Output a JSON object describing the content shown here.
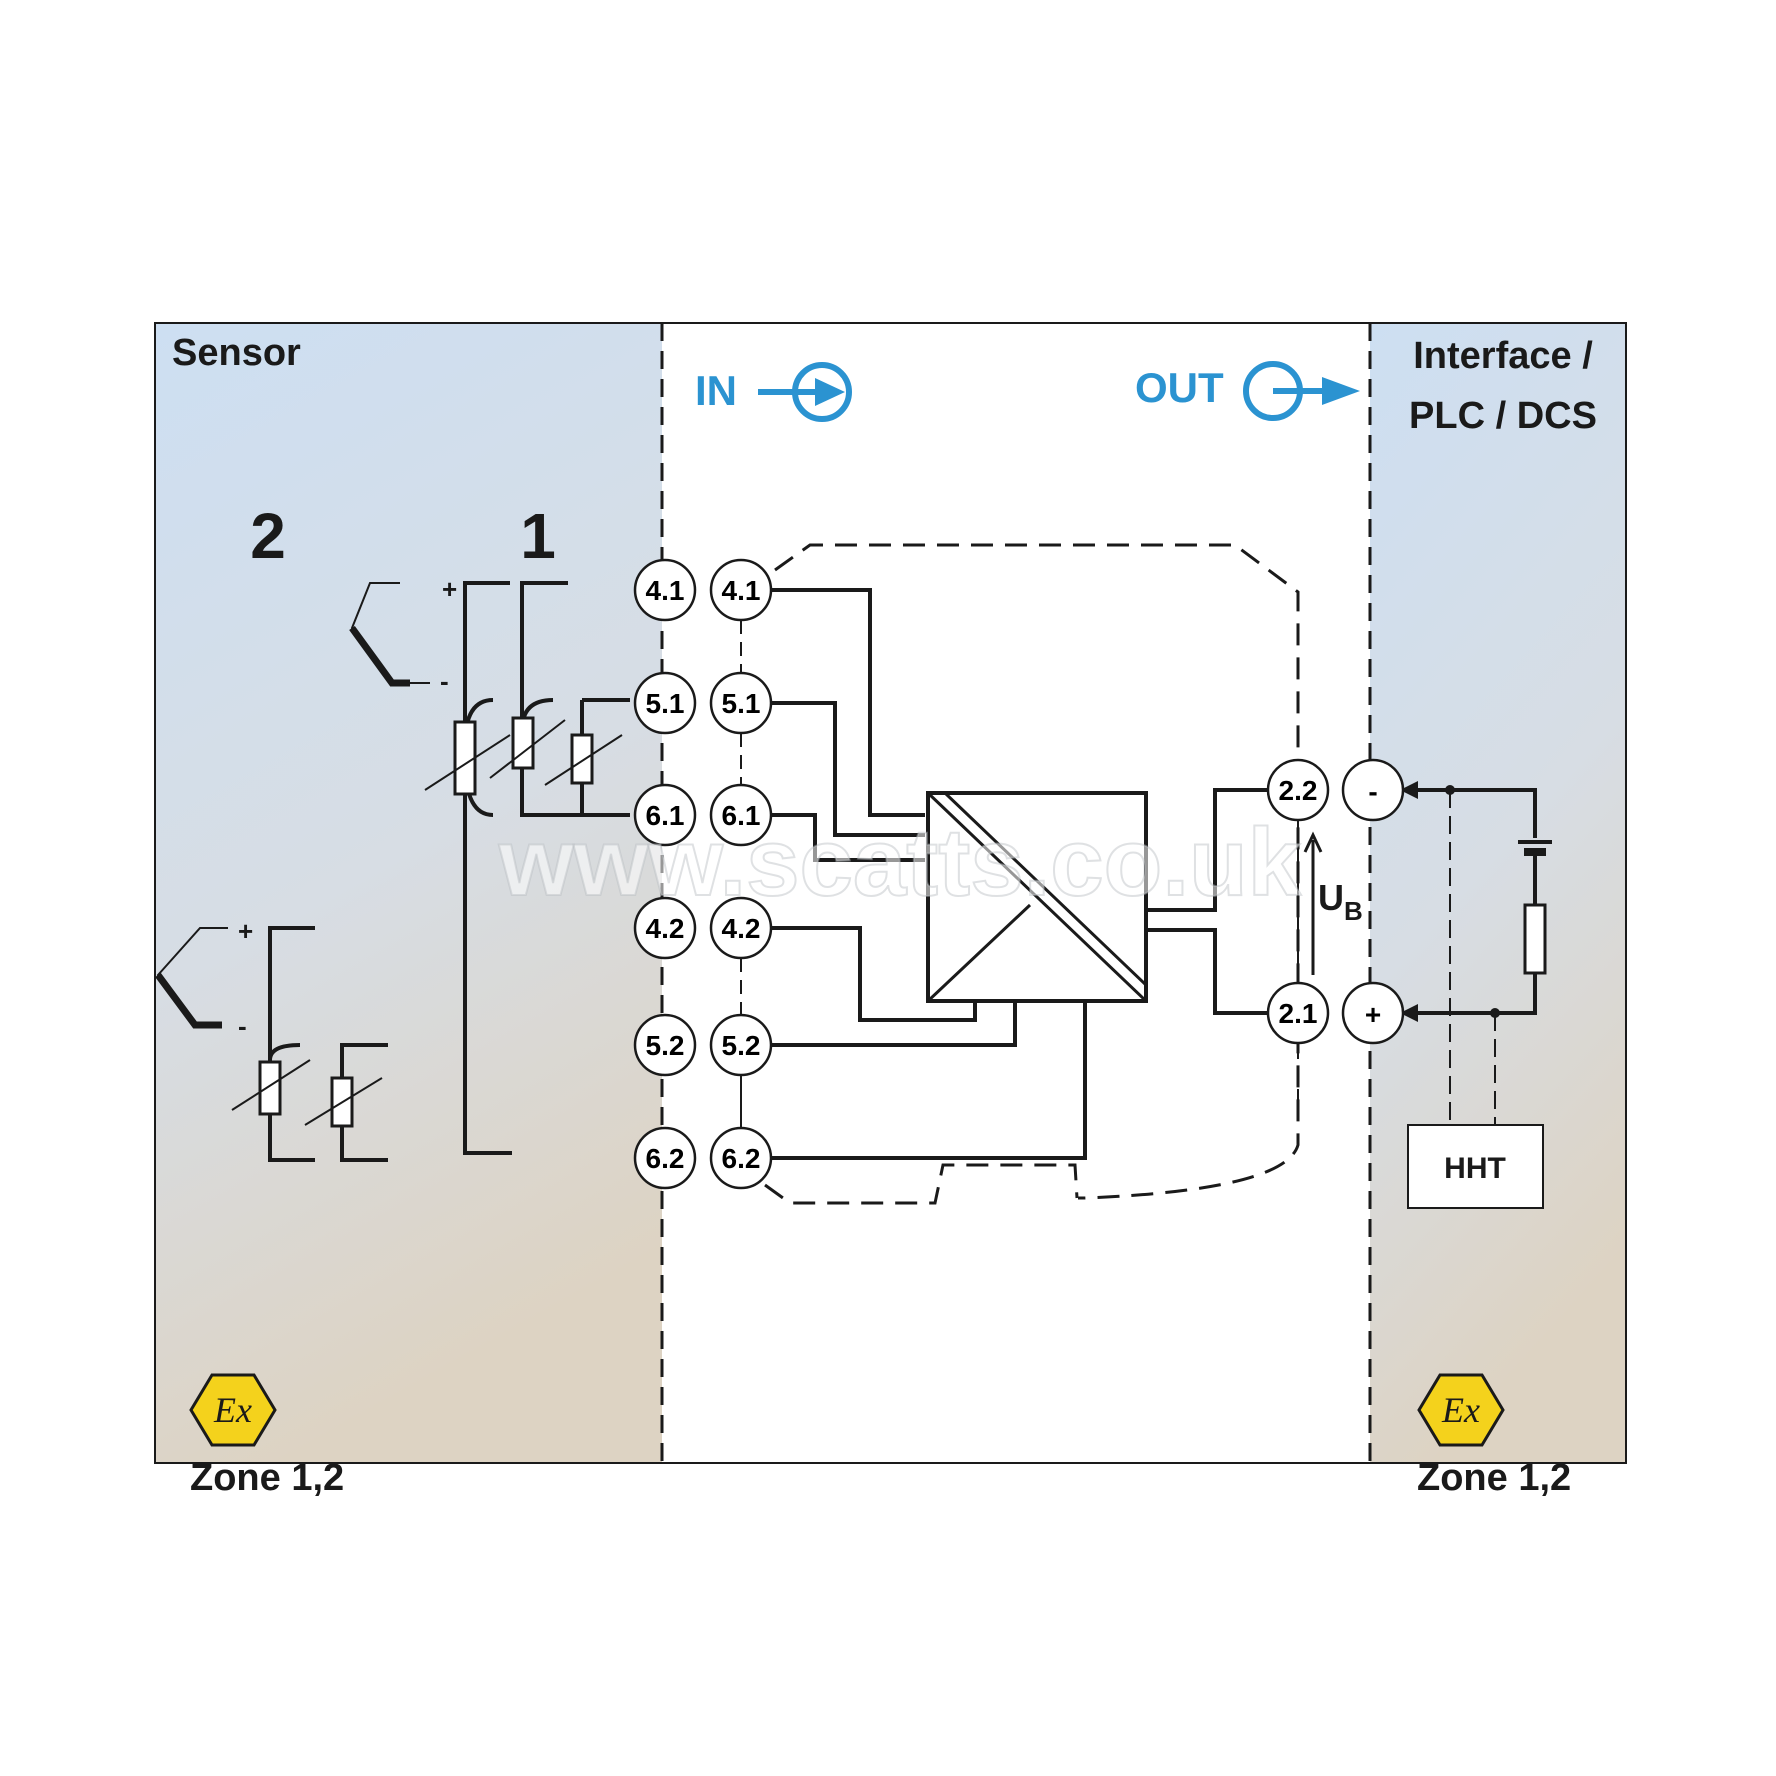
{
  "labels": {
    "sensor": "Sensor",
    "in": "IN",
    "out": "OUT",
    "interface_line1": "Interface /",
    "interface_line2": "PLC / DCS",
    "sensor_group_2": "2",
    "sensor_group_1": "1",
    "ub_main": "U",
    "ub_sub": "B",
    "hht": "HHT",
    "zone_left": "Zone 1,2",
    "zone_right": "Zone 1,2",
    "ex_mark": "Ex",
    "watermark": "www.scatts.co.uk",
    "plus": "+",
    "minus": "-"
  },
  "terminals_outer": [
    "4.1",
    "5.1",
    "6.1",
    "4.2",
    "5.2",
    "6.2"
  ],
  "terminals_inner": [
    "4.1",
    "5.1",
    "6.1",
    "4.2",
    "5.2",
    "6.2"
  ],
  "output_terminals": [
    "2.2",
    "2.1"
  ],
  "supply_terminals": [
    "-",
    "+"
  ],
  "colors": {
    "accent_blue": "#2b93d1",
    "zone_top": "#cfe0f1",
    "zone_bottom": "#ddd4c4",
    "ex_yellow": "#f4d21c"
  },
  "icons": [
    "arrow-in-icon",
    "arrow-out-icon",
    "ex-symbol-icon"
  ]
}
